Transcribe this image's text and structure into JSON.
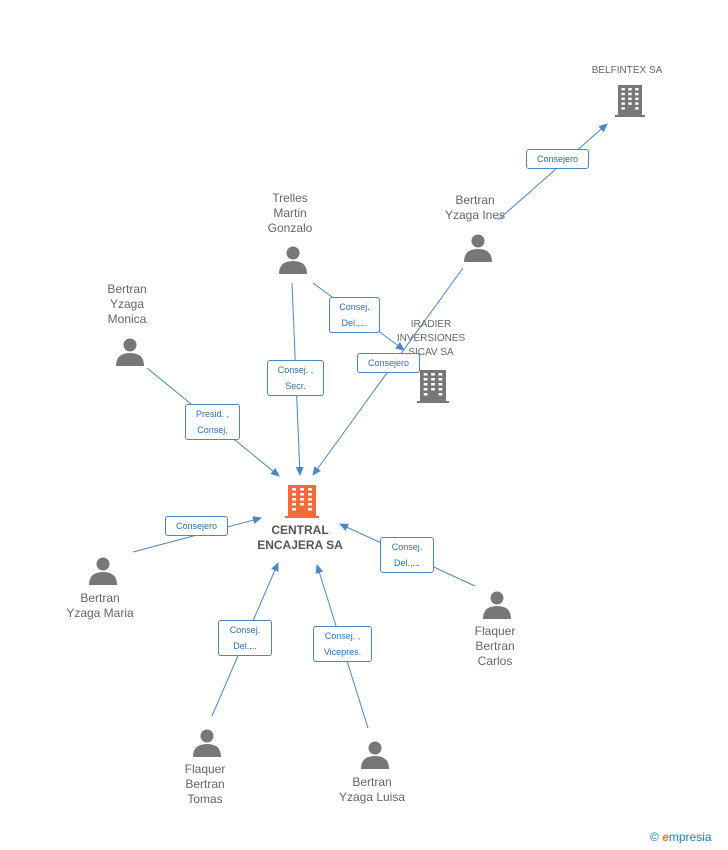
{
  "nodes": {
    "central": {
      "label": "CENTRAL\nENCAJERA SA",
      "type": "company-main"
    },
    "belfintex": {
      "label": "BELFINTEX SA",
      "type": "company"
    },
    "iradier": {
      "label": "IRADIER\nINVERSIONES\nSICAV SA",
      "type": "company"
    },
    "trelles": {
      "label": "Trelles\nMartin\nGonzalo",
      "type": "person"
    },
    "ines": {
      "label": "Bertran\nYzaga Ines",
      "type": "person"
    },
    "monica": {
      "label": "Bertran\nYzaga\nMonica",
      "type": "person"
    },
    "maria": {
      "label": "Bertran\nYzaga Maria",
      "type": "person"
    },
    "carlos": {
      "label": "Flaquer\nBertran\nCarlos",
      "type": "person"
    },
    "tomas": {
      "label": "Flaquer\nBertran\nTomas",
      "type": "person"
    },
    "luisa": {
      "label": "Bertran\nYzaga Luisa",
      "type": "person"
    }
  },
  "edges": {
    "ines_belfintex": "Consejero",
    "trelles_iradier": "Consej.\nDel.,...",
    "ines_central": "Consejero",
    "trelles_central": "Consej. ,\nSecr.",
    "monica_central": "Presid. ,\nConsej.",
    "maria_central": "Consejero",
    "carlos_central": "Consej.\nDel.,...",
    "tomas_central": "Consej.\nDel....",
    "luisa_central": "Consej. ,\nVicepres."
  },
  "colors": {
    "edge": "#4a86c8",
    "person": "#777777",
    "company": "#777777",
    "main_company": "#f26b3a"
  },
  "footer": {
    "copyright": "©",
    "brand_e": "e",
    "brand_rest": "mpresia"
  }
}
